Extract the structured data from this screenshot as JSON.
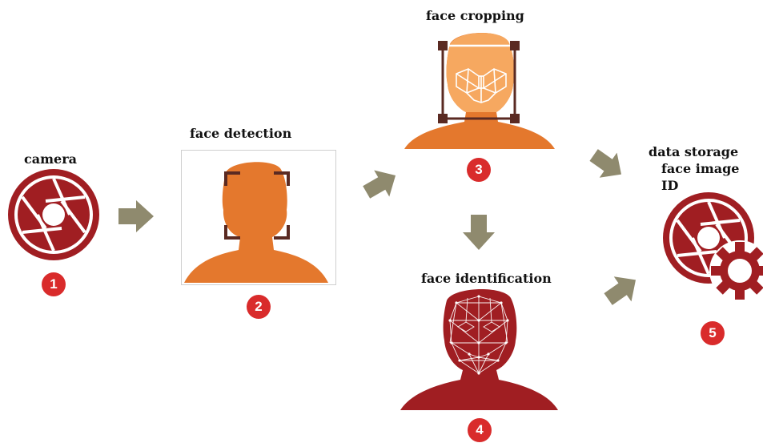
{
  "steps": {
    "camera": {
      "label": "camera",
      "number": "1"
    },
    "detection": {
      "label": "face detection",
      "number": "2"
    },
    "cropping": {
      "label": "face cropping",
      "number": "3"
    },
    "identification": {
      "label": "face identification",
      "number": "4"
    },
    "storage": {
      "lines": [
        "data storage",
        "face image",
        "ID"
      ],
      "number": "5"
    }
  },
  "colors": {
    "dark_red": "#a01e22",
    "orange": "#e4782d",
    "light_orange": "#f6a860",
    "arrow": "#8f8a6e",
    "badge": "#d92b2b",
    "bracket": "#5a2a22"
  }
}
